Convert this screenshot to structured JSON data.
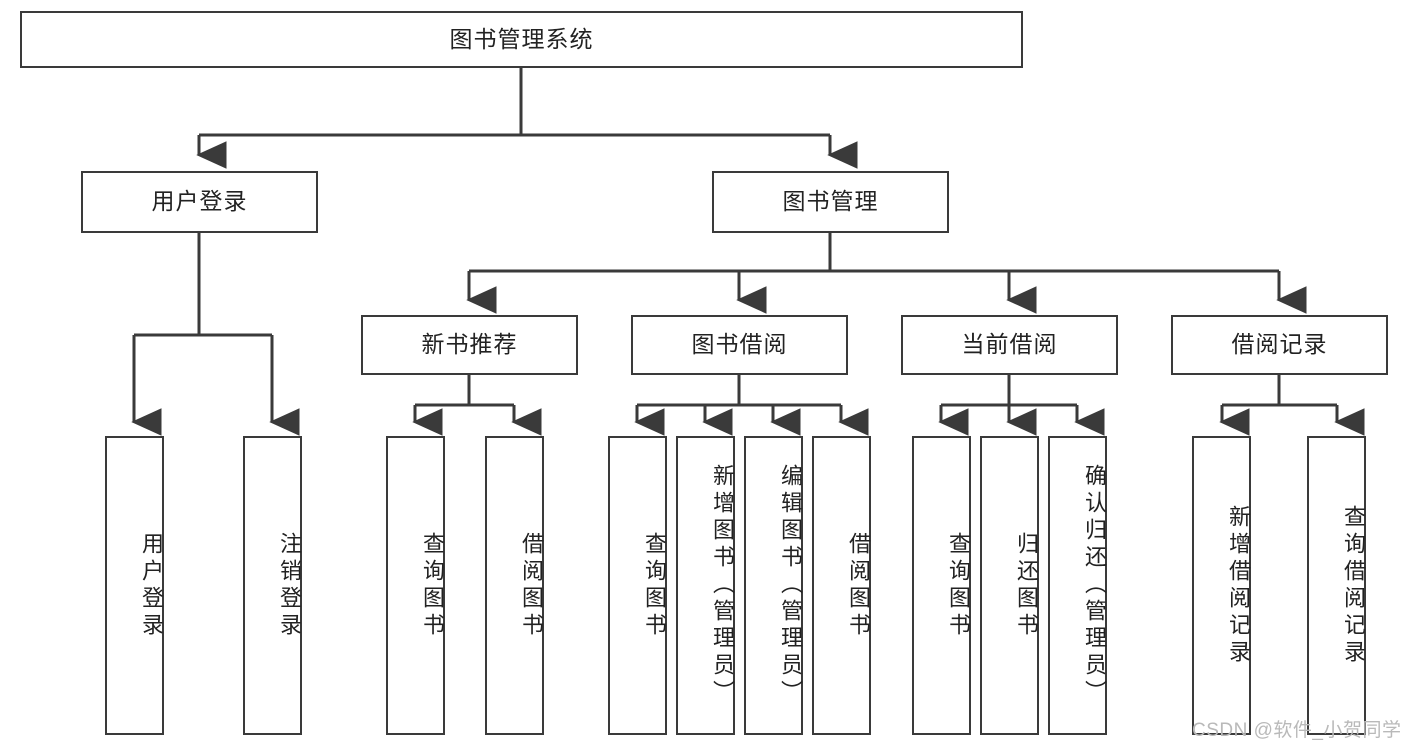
{
  "diagram": {
    "title": "图书管理系统",
    "orientation": "top-down-tree",
    "root": {
      "label": "图书管理系统"
    },
    "level1": [
      {
        "label": "用户登录"
      },
      {
        "label": "图书管理"
      }
    ],
    "level2": [
      {
        "label": "新书推荐"
      },
      {
        "label": "图书借阅"
      },
      {
        "label": "当前借阅"
      },
      {
        "label": "借阅记录"
      }
    ],
    "leaves": {
      "user_login": [
        {
          "label": "用户登录"
        },
        {
          "label": "注销登录"
        }
      ],
      "new_book_recommend": [
        {
          "label": "查询图书"
        },
        {
          "label": "借阅图书"
        }
      ],
      "book_borrow": [
        {
          "label": "查询图书"
        },
        {
          "label": "新增图书（管理员）"
        },
        {
          "label": "编辑图书（管理员）"
        },
        {
          "label": "借阅图书"
        }
      ],
      "current_borrow": [
        {
          "label": "查询图书"
        },
        {
          "label": "归还图书"
        },
        {
          "label": "确认归还（管理员）"
        }
      ],
      "borrow_record": [
        {
          "label": "新增借阅记录"
        },
        {
          "label": "查询借阅记录"
        }
      ]
    }
  },
  "watermark": {
    "text": "CSDN @软件_小贺同学"
  },
  "colors": {
    "border": "#3a3a3a",
    "text": "#222222",
    "background": "#ffffff",
    "watermark": "#b9b9b9"
  }
}
